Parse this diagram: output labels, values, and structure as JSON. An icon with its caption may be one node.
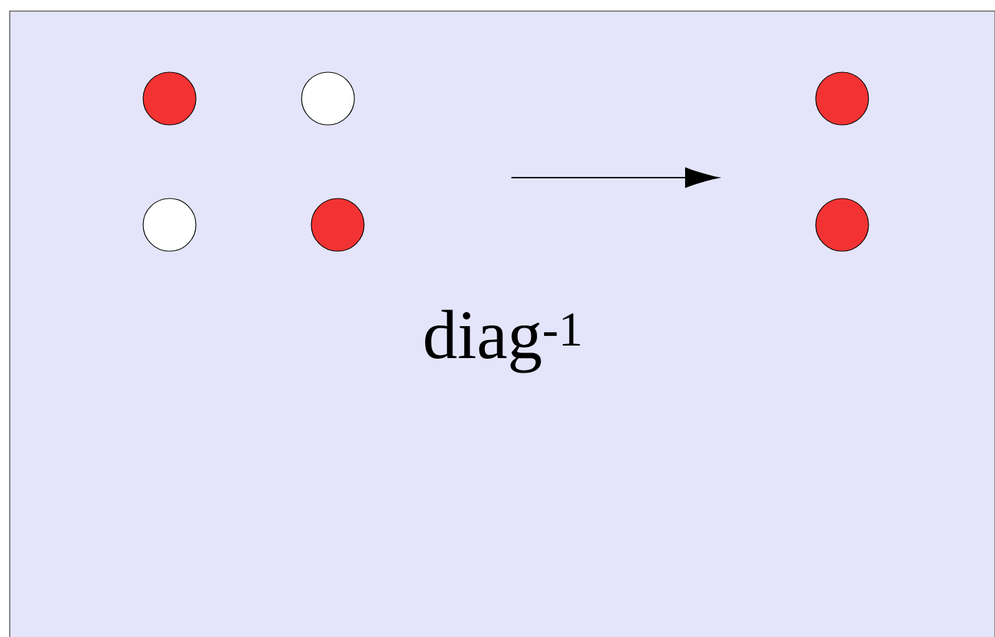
{
  "diagram": {
    "nodes": [
      {
        "text": [],
        "shape": "circle"
      },
      {
        "text": [],
        "shape": "circle"
      },
      {
        "text": [],
        "shape": "circle"
      },
      {
        "text": [],
        "shape": "circle"
      },
      {
        "text": [],
        "shape": "circle"
      },
      {
        "text": [],
        "shape": "circle"
      }
    ],
    "labels": [
      "diag$^{-1}$"
    ]
  }
}
